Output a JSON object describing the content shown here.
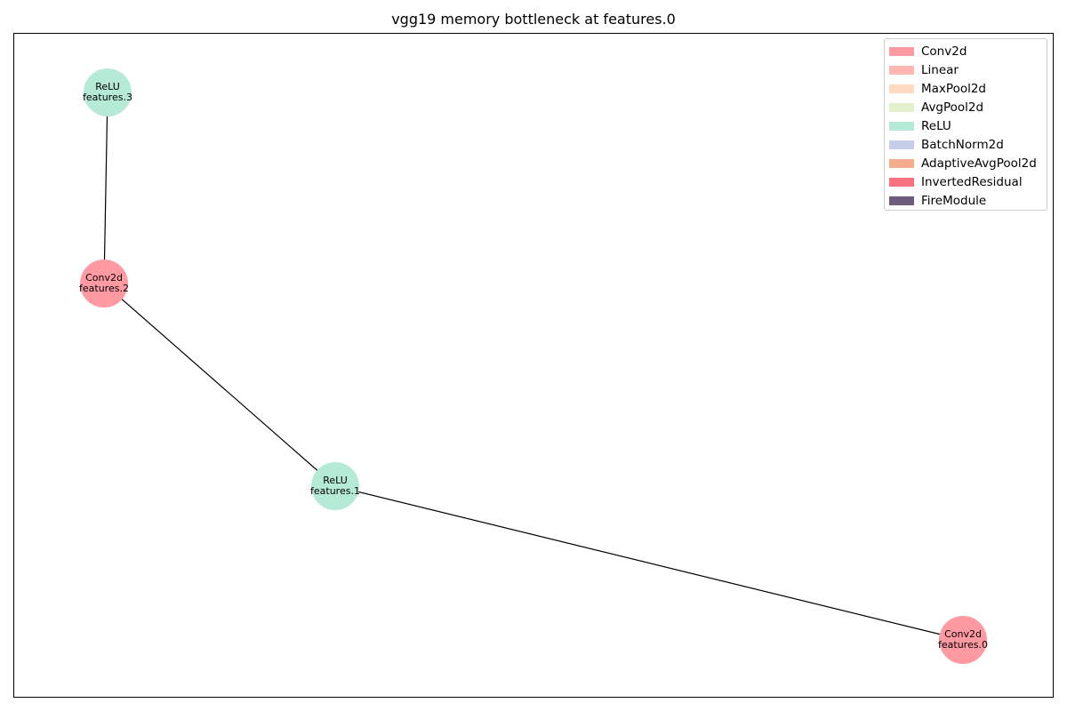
{
  "title": "vgg19 memory bottleneck at features.0",
  "legend": [
    {
      "label": "Conv2d",
      "color": "#ff9aa2"
    },
    {
      "label": "Linear",
      "color": "#ffb7b2"
    },
    {
      "label": "MaxPool2d",
      "color": "#ffdac1"
    },
    {
      "label": "AvgPool2d",
      "color": "#e2f0cb"
    },
    {
      "label": "ReLU",
      "color": "#b5ead7"
    },
    {
      "label": "BatchNorm2d",
      "color": "#c7ceea"
    },
    {
      "label": "AdaptiveAvgPool2d",
      "color": "#f6ac8f"
    },
    {
      "label": "InvertedResidual",
      "color": "#f67280"
    },
    {
      "label": "FireModule",
      "color": "#6c5b7b"
    }
  ],
  "nodes": [
    {
      "id": "features.0",
      "type": "Conv2d"
    },
    {
      "id": "features.1",
      "type": "ReLU"
    },
    {
      "id": "features.2",
      "type": "Conv2d"
    },
    {
      "id": "features.3",
      "type": "ReLU"
    }
  ],
  "edges": [
    {
      "from": "features.0",
      "to": "features.1"
    },
    {
      "from": "features.1",
      "to": "features.2"
    },
    {
      "from": "features.2",
      "to": "features.3"
    }
  ]
}
